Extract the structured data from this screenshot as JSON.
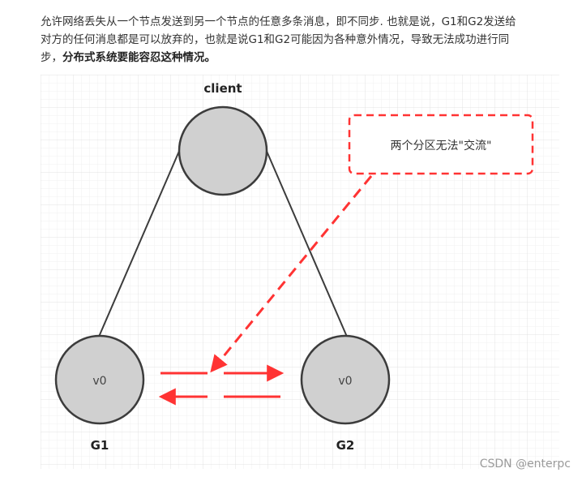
{
  "paragraph": {
    "line1": "允许网络丢失从一个节点发送到另一个节点的任意多条消息，即不同步. 也就是说，G1和G2发送给",
    "line2": "对方的任何消息都是可以放弃的，也就是说G1和G2可能因为各种意外情况，导致无法成功进行同",
    "line3_plain": "步，",
    "line3_bold": "分布式系统要能容忍这种情况。"
  },
  "diagram": {
    "client_label": "client",
    "g1_value": "v0",
    "g2_value": "v0",
    "g1_label": "G1",
    "g2_label": "G2",
    "callout": "两个分区无法\"交流\""
  },
  "watermark": "CSDN @enterpc",
  "colors": {
    "node_fill": "#d0d0d0",
    "node_stroke": "#3c3c3c",
    "arrow_red": "#ff3333",
    "grid": "#e8e8e8"
  }
}
